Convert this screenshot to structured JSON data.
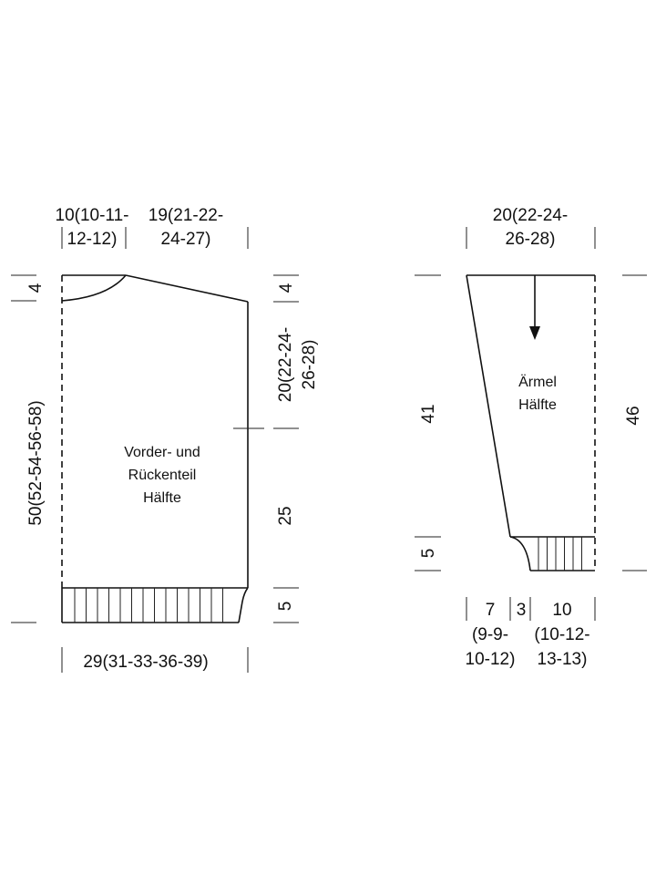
{
  "body_piece": {
    "caption": [
      "Vorder- und",
      "Rückenteil",
      "Hälfte"
    ],
    "shoulder_width": [
      "10(10-11-",
      "12-12)"
    ],
    "neck_to_shoulder_width": [
      "19(21-22-",
      "24-27)"
    ],
    "total_width": "29(31-33-36-39)",
    "total_length": "50(52-54-56-58)",
    "neck_drop": "4",
    "shoulder_drop": "4",
    "armhole_depth": [
      "20(22-24-",
      "26-28)"
    ],
    "side_length": "25",
    "rib_height": "5"
  },
  "sleeve_piece": {
    "caption": [
      "Ärmel",
      "Hälfte"
    ],
    "top_width": [
      "20(22-24-",
      "26-28)"
    ],
    "inner_length": "41",
    "outer_length": "46",
    "rib_height": "5",
    "cuff_left_width": [
      "7",
      "(9-9-",
      "10-12)"
    ],
    "cuff_step_width": "3",
    "cuff_right_width": [
      "10",
      "(10-12-",
      "13-13)"
    ]
  }
}
